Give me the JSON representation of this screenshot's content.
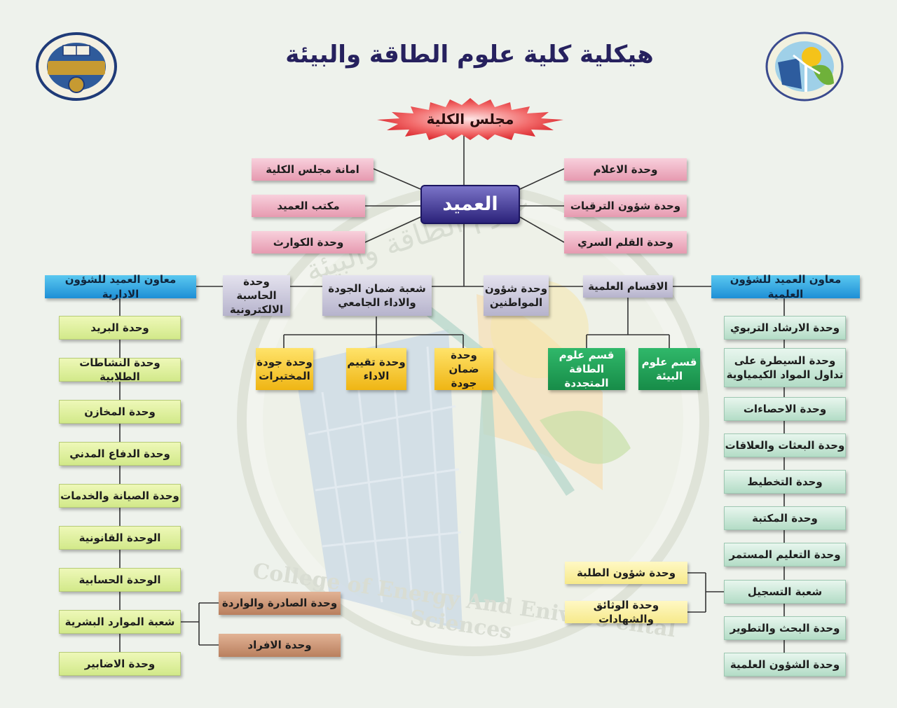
{
  "title": "هيكلية كلية علوم الطاقة والبيئة",
  "council": "مجلس الكلية",
  "dean": "العميد",
  "dean_left": [
    "امانة مجلس الكلية",
    "مكتب العميد",
    "وحدة الكوارث"
  ],
  "dean_right": [
    "وحدة الاعلام",
    "وحدة شؤون الترقيات",
    "وحدة القلم السري"
  ],
  "admin_assistant": "معاون العميد للشؤون الادارية",
  "sci_assistant": "معاون العميد للشؤون العلمية",
  "middle": {
    "computer": "وحدة الحاسبة الالكترونية",
    "quality": "شعبة ضمان الجودة والاداء الجامعي",
    "citizens": "وحدة شؤون المواطنين",
    "departments": "الاقسام العلمية"
  },
  "quality_units": [
    "وحدة ضمان جودة",
    "وحدة تقييم الاداء",
    "وحدة جودة المختبرات"
  ],
  "departments": [
    "قسم علوم البيئة",
    "قسم علوم الطاقة المتجددة"
  ],
  "admin_units": [
    "وحدة  البريد",
    "وحدة النشاطات الطلابية",
    "وحدة المخازن",
    "وحدة الدفاع المدني",
    "وحدة الصيانة والخدمات",
    "الوحدة القانونية",
    "الوحدة الحسابية",
    "شعبة الموارد البشرية",
    "وحدة الاضابير"
  ],
  "hr_units": [
    "وحدة الصادرة والواردة",
    "وحدة الافراد"
  ],
  "sci_units": [
    "وحدة الارشاد التربوي",
    "وحدة السيطرة على تداول المواد الكيمياوية",
    "وحدة الاحصاءات",
    "وحدة البعثات والعلاقات",
    "وحدة التخطيط",
    "وحدة المكتبة",
    "وحدة التعليم المستمر",
    "شعبة التسجيل",
    "وحدة البحث والتطوير",
    "وحدة الشؤون العلمية"
  ],
  "registration_units": [
    "وحدة شؤون الطلبة",
    "وحدة الوثائق والشهادات"
  ],
  "watermark": "College of Energy And Enivero     ental Sciences"
}
